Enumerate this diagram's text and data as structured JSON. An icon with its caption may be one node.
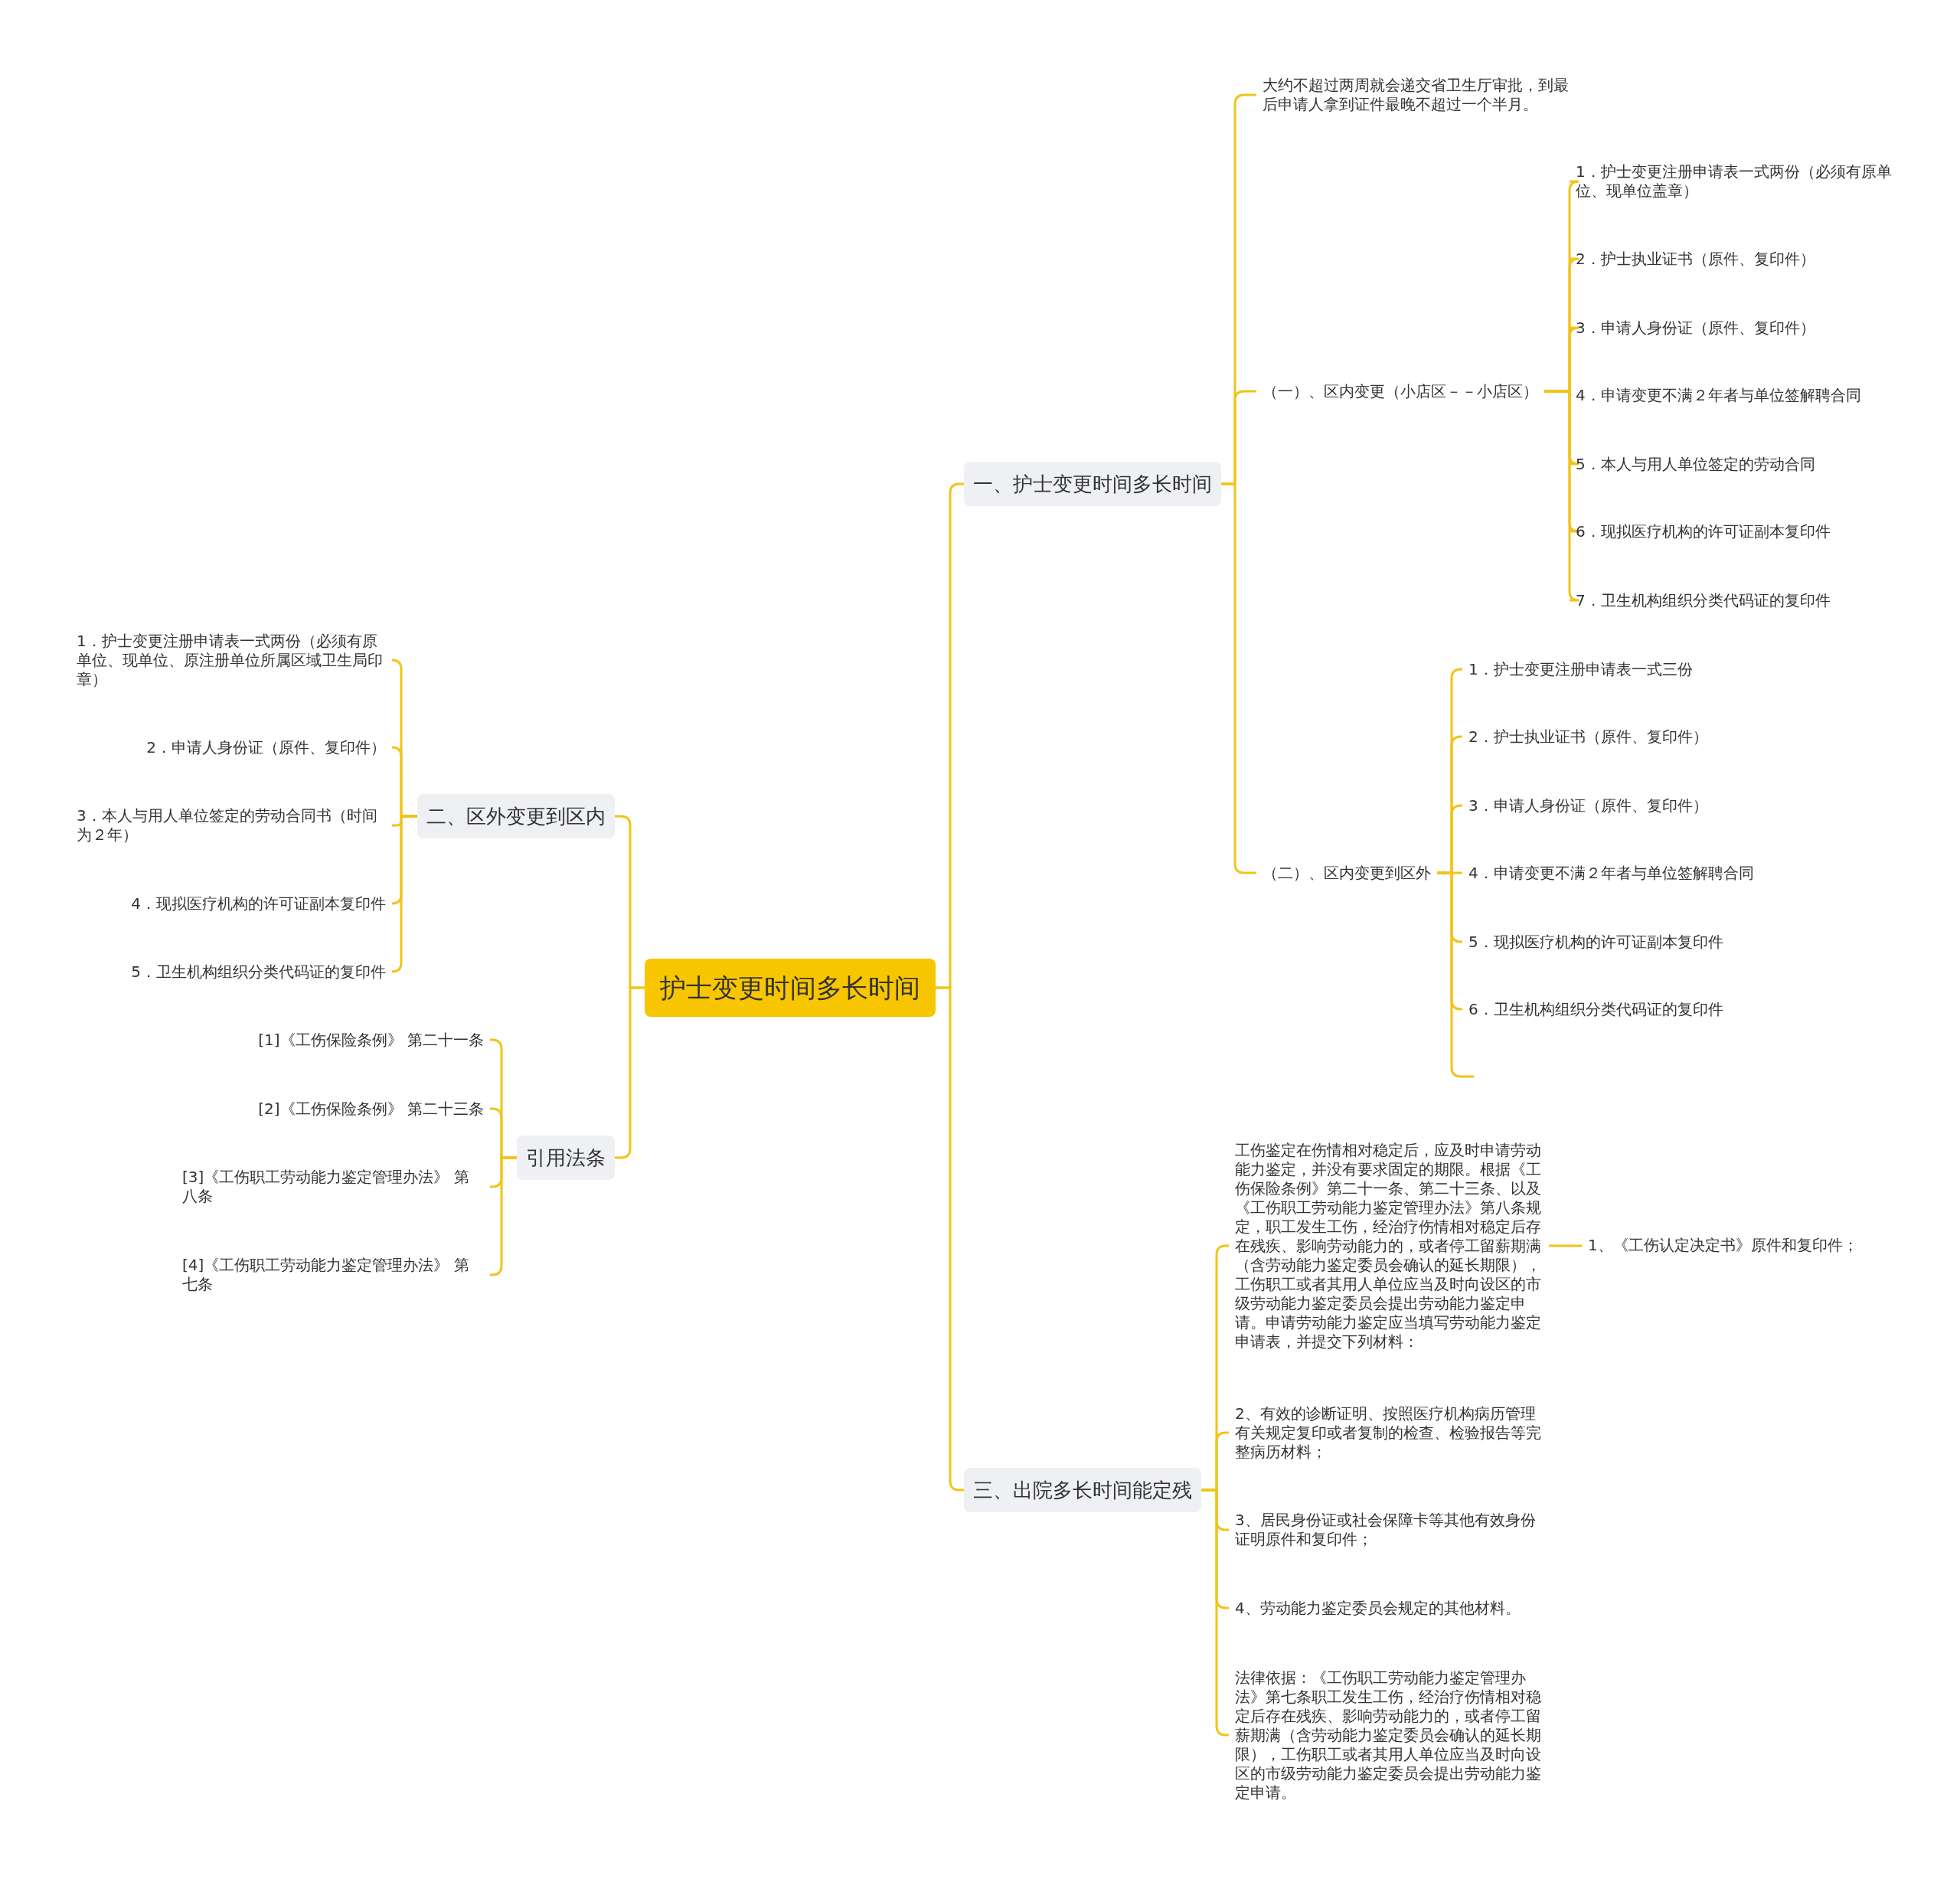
{
  "diagram": {
    "nodes": [
      {
        "text": [
          "护士变更时间多长时间"
        ]
      },
      {
        "text": [
          "一、护士变更时间多长时间"
        ]
      },
      {
        "text": [
          "大约不超过两周就会递交省卫生厅审批，到最后申请人拿到证件最晚不超过一个半月。"
        ]
      },
      {
        "text": [
          "（一）、区内变更（小店区－－小店区）"
        ]
      },
      {
        "text": [
          "1．护士变更注册申请表一式两份（必须有原单位、现单位盖章）"
        ]
      },
      {
        "text": [
          "2．护士执业证书（原件、复印件）"
        ]
      },
      {
        "text": [
          "3．申请人身份证（原件、复印件）"
        ]
      },
      {
        "text": [
          "4．申请变更不满２年者与单位签解聘合同"
        ]
      },
      {
        "text": [
          "5．本人与用人单位签定的劳动合同"
        ]
      },
      {
        "text": [
          "6．现拟医疗机构的许可证副本复印件"
        ]
      },
      {
        "text": [
          "7．卫生机构组织分类代码证的复印件"
        ]
      },
      {
        "text": [
          "（二）、区内变更到区外"
        ]
      },
      {
        "text": [
          "1．护士变更注册申请表一式三份"
        ]
      },
      {
        "text": [
          "2．护士执业证书（原件、复印件）"
        ]
      },
      {
        "text": [
          "3．申请人身份证（原件、复印件）"
        ]
      },
      {
        "text": [
          "4．申请变更不满２年者与单位签解聘合同"
        ]
      },
      {
        "text": [
          "5．现拟医疗机构的许可证副本复印件"
        ]
      },
      {
        "text": [
          "6．卫生机构组织分类代码证的复印件"
        ]
      },
      {
        "text": [
          "三、出院多长时间能定残"
        ]
      },
      {
        "text": [
          "工伤鉴定在伤情相对稳定后，应及时申请劳动能力鉴定，并没有要求固定的期限。根据《工伤保险条例》第二十一条、第二十三条、以及《工伤职工劳动能力鉴定管理办法》第八条规定，职工发生工伤，经治疗伤情相对稳定后存在残疾、影响劳动能力的，或者停工留薪期满（含劳动能力鉴定委员会确认的延长期限），工伤职工或者其用人单位应当及时向设区的市级劳动能力鉴定委员会提出劳动能力鉴定申请。申请劳动能力鉴定应当填写劳动能力鉴定申请表，并提交下列材料："
        ]
      },
      {
        "text": [
          "1、《工伤认定决定书》原件和复印件；"
        ]
      },
      {
        "text": [
          "2、有效的诊断证明、按照医疗机构病历管理有关规定复印或者复制的检查、检验报告等完整病历材料；"
        ]
      },
      {
        "text": [
          "3、居民身份证或社会保障卡等其他有效身份证明原件和复印件；"
        ]
      },
      {
        "text": [
          "4、劳动能力鉴定委员会规定的其他材料。"
        ]
      },
      {
        "text": [
          "法律依据：《工伤职工劳动能力鉴定管理办法》第七条职工发生工伤，经治疗伤情相对稳定后存在残疾、影响劳动能力的，或者停工留薪期满（含劳动能力鉴定委员会确认的延长期限），工伤职工或者其用人单位应当及时向设区的市级劳动能力鉴定委员会提出劳动能力鉴定申请。"
        ]
      },
      {
        "text": [
          "二、区外变更到区内"
        ]
      },
      {
        "text": [
          "1．护士变更注册申请表一式两份（必须有原单位、现单位、原注册单位所属区域卫生局印章）"
        ]
      },
      {
        "text": [
          "2．申请人身份证（原件、复印件）"
        ]
      },
      {
        "text": [
          "3．本人与用人单位签定的劳动合同书（时间为２年）"
        ]
      },
      {
        "text": [
          "4．现拟医疗机构的许可证副本复印件"
        ]
      },
      {
        "text": [
          "5．卫生机构组织分类代码证的复印件"
        ]
      },
      {
        "text": [
          "引用法条"
        ]
      },
      {
        "text": [
          "[1]《工伤保险条例》 第二十一条"
        ]
      },
      {
        "text": [
          "[2]《工伤保险条例》 第二十三条"
        ]
      },
      {
        "text": [
          "[3]《工伤职工劳动能力鉴定管理办法》 第八条"
        ]
      },
      {
        "text": [
          "[4]《工伤职工劳动能力鉴定管理办法》 第七条"
        ]
      }
    ],
    "edges": [
      {
        "from": 0,
        "to": 1,
        "arrow": "none"
      },
      {
        "from": 1,
        "to": 2,
        "arrow": "none"
      },
      {
        "from": 1,
        "to": 3,
        "arrow": "none"
      },
      {
        "from": 3,
        "to": 4,
        "arrow": "none"
      },
      {
        "from": 3,
        "to": 5,
        "arrow": "none"
      },
      {
        "from": 3,
        "to": 6,
        "arrow": "none"
      },
      {
        "from": 3,
        "to": 7,
        "arrow": "none"
      },
      {
        "from": 3,
        "to": 8,
        "arrow": "none"
      },
      {
        "from": 3,
        "to": 9,
        "arrow": "none"
      },
      {
        "from": 3,
        "to": 10,
        "arrow": "none"
      },
      {
        "from": 1,
        "to": 11,
        "arrow": "none"
      },
      {
        "from": 11,
        "to": 12,
        "arrow": "none"
      },
      {
        "from": 11,
        "to": 13,
        "arrow": "none"
      },
      {
        "from": 11,
        "to": 14,
        "arrow": "none"
      },
      {
        "from": 11,
        "to": 15,
        "arrow": "none"
      },
      {
        "from": 11,
        "to": 16,
        "arrow": "none"
      },
      {
        "from": 11,
        "to": 17,
        "arrow": "none"
      },
      {
        "from": 11,
        "to": null,
        "arrow": "none"
      },
      {
        "from": 0,
        "to": 18,
        "arrow": "none"
      },
      {
        "from": 18,
        "to": 19,
        "arrow": "none"
      },
      {
        "from": 19,
        "to": 20,
        "arrow": "none"
      },
      {
        "from": 18,
        "to": 21,
        "arrow": "none"
      },
      {
        "from": 18,
        "to": 22,
        "arrow": "none"
      },
      {
        "from": 18,
        "to": 23,
        "arrow": "none"
      },
      {
        "from": 18,
        "to": 24,
        "arrow": "none"
      },
      {
        "from": 0,
        "to": 25,
        "arrow": "none"
      },
      {
        "from": 25,
        "to": 26,
        "arrow": "none"
      },
      {
        "from": 25,
        "to": 27,
        "arrow": "none"
      },
      {
        "from": 25,
        "to": 28,
        "arrow": "none"
      },
      {
        "from": 25,
        "to": 29,
        "arrow": "none"
      },
      {
        "from": 25,
        "to": 30,
        "arrow": "none"
      },
      {
        "from": 0,
        "to": 31,
        "arrow": "none"
      },
      {
        "from": 31,
        "to": 32,
        "arrow": "none"
      },
      {
        "from": 31,
        "to": 33,
        "arrow": "none"
      },
      {
        "from": 31,
        "to": 34,
        "arrow": "none"
      },
      {
        "from": 31,
        "to": 35,
        "arrow": "none"
      }
    ]
  }
}
